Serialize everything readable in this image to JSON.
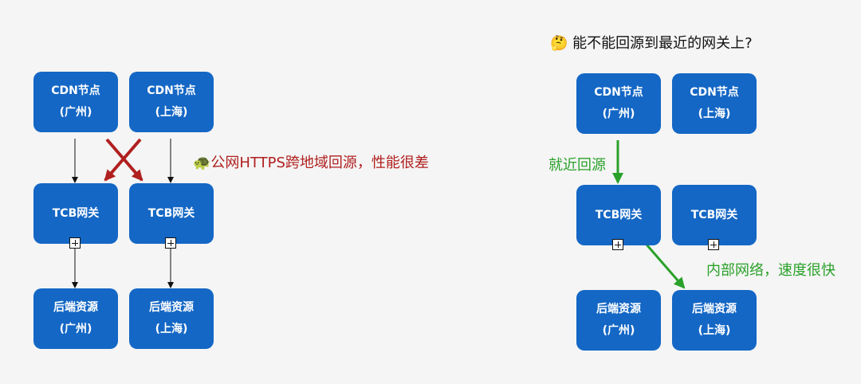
{
  "left": {
    "cdn_gz": {
      "line1": "CDN节点",
      "line2": "(广州)"
    },
    "cdn_sh": {
      "line1": "CDN节点",
      "line2": "(上海)"
    },
    "tcb_1": {
      "line1": "TCB网关"
    },
    "tcb_2": {
      "line1": "TCB网关"
    },
    "backend_gz": {
      "line1": "后端资源",
      "line2": "(广州)"
    },
    "backend_sh": {
      "line1": "后端资源",
      "line2": "(上海)"
    },
    "cross_note": {
      "emoji": "🐢",
      "text": "公网HTTPS跨地域回源，性能很差"
    }
  },
  "right": {
    "question": {
      "emoji": "🤔",
      "text": "能不能回源到最近的网关上?"
    },
    "cdn_gz": {
      "line1": "CDN节点",
      "line2": "(广州)"
    },
    "cdn_sh": {
      "line1": "CDN节点",
      "line2": "(上海)"
    },
    "tcb_1": {
      "line1": "TCB网关"
    },
    "tcb_2": {
      "line1": "TCB网关"
    },
    "backend_gz": {
      "line1": "后端资源",
      "line2": "(广州)"
    },
    "backend_sh": {
      "line1": "后端资源",
      "line2": "(上海)"
    },
    "nearby_label": "就近回源",
    "internal_label": "内部网络，速度很快"
  },
  "colors": {
    "node_fill": "#1467c5",
    "bad_path": "#b0201f",
    "good_path": "#2aa12a",
    "background": "#f5f5f5"
  }
}
